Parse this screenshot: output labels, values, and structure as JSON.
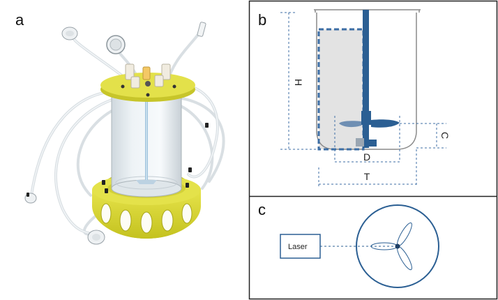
{
  "panels": {
    "a": {
      "letter": "a"
    },
    "b": {
      "letter": "b",
      "labels": {
        "H": "H",
        "C": "C",
        "D": "D",
        "T": "T"
      }
    },
    "c": {
      "letter": "c",
      "laser_label": "Laser"
    }
  },
  "colors": {
    "impeller_blue": "#2b5f93",
    "dashed_blue": "#3c6ea5",
    "tank_grey": "#8a8a8a",
    "shaded": "#e3e3e3",
    "bioreactor_yellow": "#d8d630"
  }
}
